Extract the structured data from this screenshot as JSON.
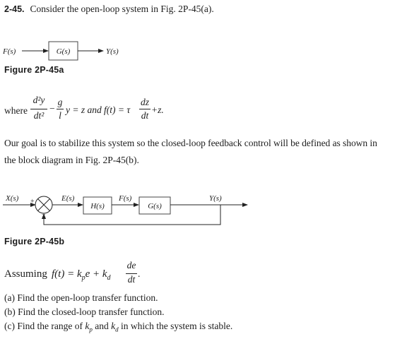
{
  "problem": {
    "number": "2-45.",
    "title": "Consider the open-loop system in Fig. 2P-45(a)."
  },
  "figure_a": {
    "input": "F(s)",
    "block": "G(s)",
    "output": "Y(s)",
    "caption": "Figure 2P-45a"
  },
  "equation_1": {
    "where": "where",
    "num1": "d²y",
    "den1": "dt²",
    "minus": "−",
    "num2": "g",
    "den2": "l",
    "mid": "y = z and",
    "f_of_t": "f(t) = τ",
    "num3": "dz",
    "den3": "dt",
    "tail": "+z."
  },
  "goal_line1": "Our goal is to stabilize this system so the closed-loop feedback control will be defined as shown in",
  "goal_line2": "the block diagram in Fig. 2P-45(b).",
  "figure_b": {
    "input": "X(s)",
    "plus": "+",
    "minus": "−",
    "error": "E(s)",
    "block1": "H(s)",
    "signal": "F(s)",
    "block2": "G(s)",
    "output": "Y(s)",
    "caption": "Figure 2P-45b"
  },
  "assuming": {
    "word": "Assuming",
    "expr": "f(t) = k",
    "sub_p": "p",
    "e_plus": "e + k",
    "sub_d": "d",
    "num": "de",
    "den": "dt",
    "end": "."
  },
  "parts": [
    {
      "label": "(a)",
      "text": "Find the open-loop transfer function."
    },
    {
      "label": "(b)",
      "text": "Find the closed-loop transfer function."
    },
    {
      "label": "(c)",
      "pre": "Find the range of ",
      "k1": "k",
      "s1": "p",
      "mid": " and ",
      "k2": "k",
      "s2": "d",
      "post": " in which the system is stable."
    }
  ]
}
